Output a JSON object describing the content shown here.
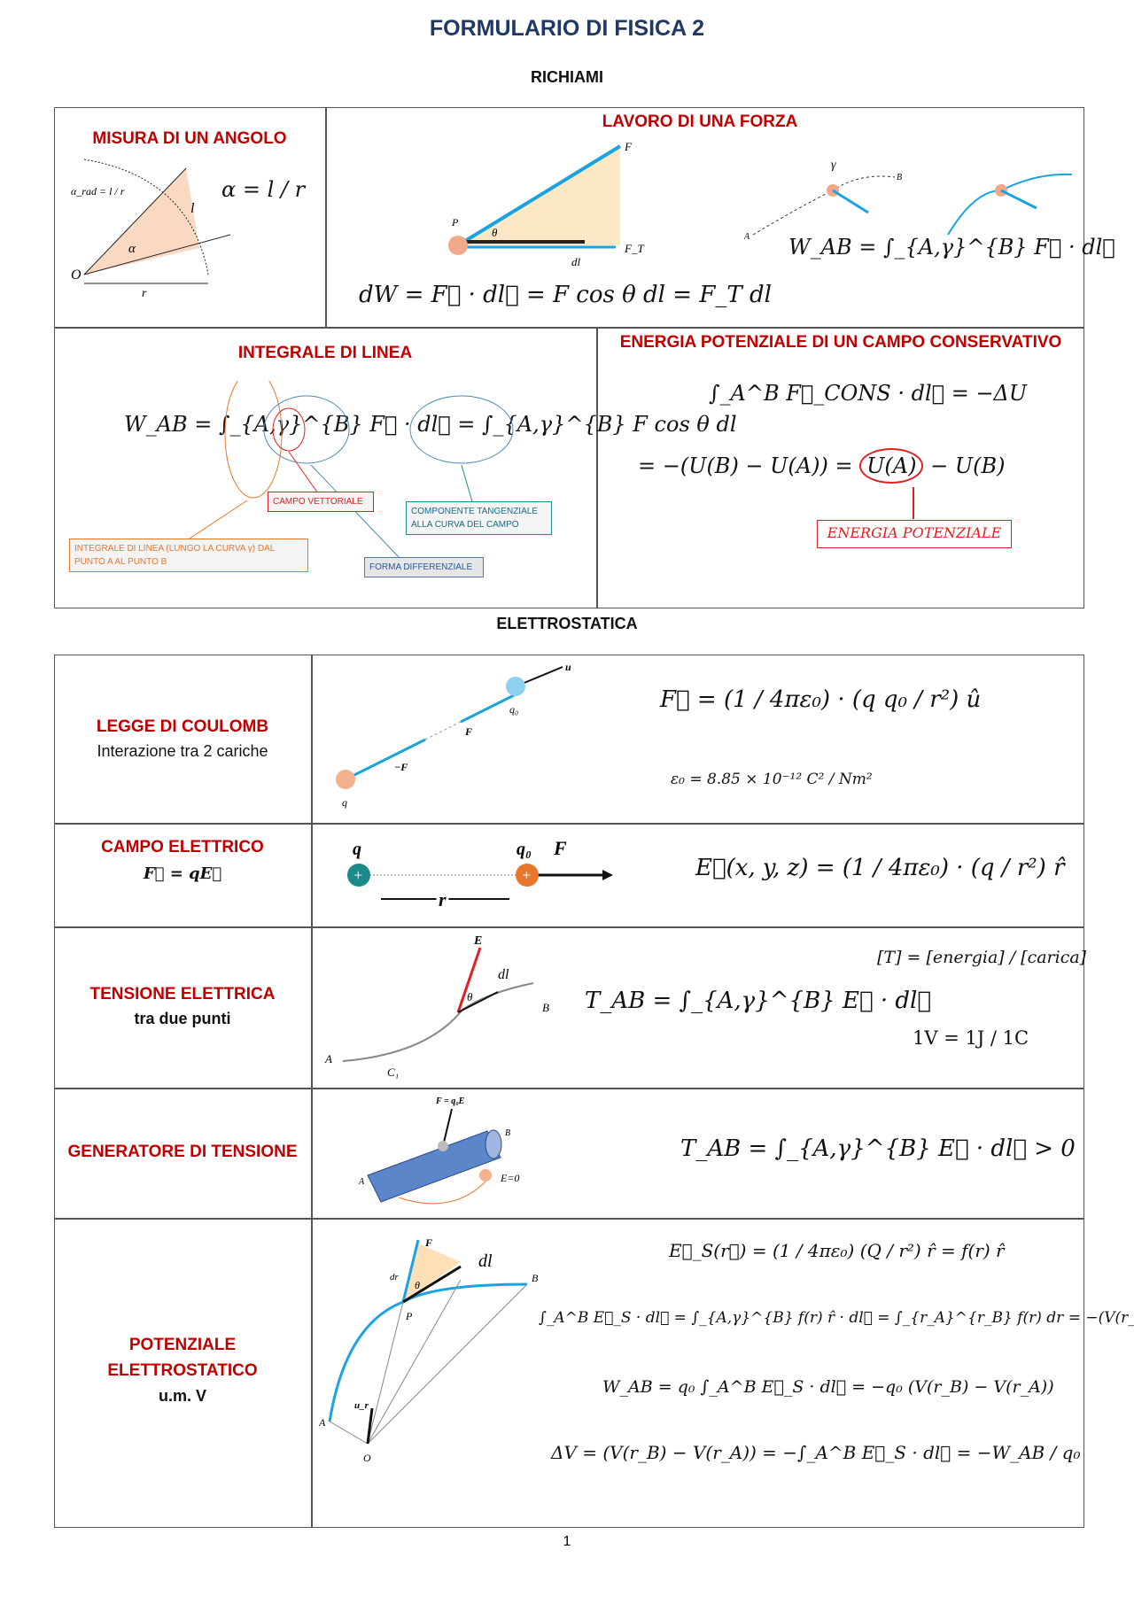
{
  "title": "FORMULARIO DI FISICA 2",
  "sections": {
    "richiami": "RICHIAMI",
    "elettrostatica": "ELETTROSTATICA"
  },
  "richiami": {
    "angolo": {
      "heading": "MISURA DI UN ANGOLO",
      "formula": "α = l / r",
      "figure_formula": "α_rad = l / r",
      "labels": {
        "origin": "O",
        "r": "r",
        "l": "l",
        "alpha": "α"
      }
    },
    "lavoro": {
      "heading": "LAVORO DI UNA FORZA",
      "formula": "dW = F⃗ · dl⃗ = F cos θ dl = F_T dl",
      "formula_integral": "W_AB = ∫_{A,γ}^{B} F⃗ · dl⃗",
      "labels": {
        "F": "F",
        "FT": "F_T",
        "dl": "dl",
        "theta": "θ",
        "P": "P",
        "gamma": "γ",
        "A": "A",
        "B": "B"
      }
    },
    "integrale": {
      "heading": "INTEGRALE DI LINEA",
      "formula": "W_AB = ∫_{A,γ}^{B} F⃗ · dl⃗ = ∫_{A,γ}^{B} F cos θ dl",
      "annotations": {
        "campo": "CAMPO VETTORIALE",
        "componente": "COMPONENTE TANGENZIALE ALLA CURVA DEL CAMPO",
        "integrale": "INTEGRALE DI LINEA (LUNGO LA CURVA γ) DAL PUNTO A AL PUNTO B",
        "forma": "FORMA DIFFERENZIALE"
      }
    },
    "energia": {
      "heading": "ENERGIA POTENZIALE DI UN CAMPO CONSERVATIVO",
      "formula1": "∫_A^B F⃗_CONS · dl⃗ = −ΔU",
      "formula2a": "= −(U(B) − U(A)) = ",
      "formula2b": "U(A)",
      "formula2c": " − U(B)",
      "annotation": "ENERGIA POTENZIALE"
    }
  },
  "elettrostatica": {
    "coulomb": {
      "heading": "LEGGE DI COULOMB",
      "subtitle": "Interazione tra 2 cariche",
      "formula": "F⃗ = (1 / 4πε₀) · (q q₀ / r²) û",
      "epsilon": "ε₀ = 8.85 × 10⁻¹² C² / Nm²",
      "labels": {
        "q": "q",
        "q0": "q₀",
        "F": "F",
        "minusF": "−F",
        "u": "u"
      }
    },
    "campo": {
      "heading": "CAMPO ELETTRICO",
      "subtitle": "F⃗ = qE⃗",
      "formula": "E⃗(x, y, z) = (1 / 4πε₀) · (q / r²) r̂",
      "labels": {
        "q": "q",
        "q0": "q₀",
        "F": "F⃗",
        "r": "r⃗"
      }
    },
    "tensione": {
      "heading": "TENSIONE ELETTRICA",
      "subtitle": "tra due punti",
      "formula": "T_AB = ∫_{A,γ}^{B} E⃗ · dl⃗",
      "unit1": "[T] = [energia] / [carica]",
      "unit2": "1V = 1J / 1C",
      "labels": {
        "E": "E",
        "dl": "dl",
        "theta": "θ",
        "A": "A",
        "B": "B",
        "C1": "C₁"
      }
    },
    "generatore": {
      "heading": "GENERATORE DI TENSIONE",
      "formula": "T_AB = ∫_{A,γ}^{B} E⃗ · dl⃗ > 0",
      "labels": {
        "F": "F = q₀E",
        "E0": "E=0",
        "A": "A",
        "B": "B"
      }
    },
    "potenziale": {
      "heading1": "POTENZIALE",
      "heading2": "ELETTROSTATICO",
      "subtitle": "u.m. V",
      "formulas": [
        "E⃗_S(r⃗) = (1 / 4πε₀) (Q / r²) r̂ = f(r) r̂",
        "∫_A^B E⃗_S · dl⃗ = ∫_{A,γ}^{B} f(r) r̂ · dl⃗ = ∫_{r_A}^{r_B} f(r) dr = −(V(r_B) − V(r_A))",
        "W_AB = q₀ ∫_A^B E⃗_S · dl⃗ = −q₀ (V(r_B) − V(r_A))",
        "ΔV = (V(r_B) − V(r_A)) = −∫_A^B E⃗_S · dl⃗ = −W_AB / q₀"
      ],
      "labels": {
        "F": "F",
        "dl": "dl",
        "P": "P",
        "B": "B",
        "A": "A",
        "O": "O",
        "theta": "θ",
        "dr": "dr",
        "u": "u_r"
      }
    }
  },
  "page_number": "1",
  "colors": {
    "title": "#1f3864",
    "heading": "#c00000",
    "vector": "#1aa3e0",
    "positive": "#e8762b",
    "charge_q": "#1b8a8a"
  }
}
